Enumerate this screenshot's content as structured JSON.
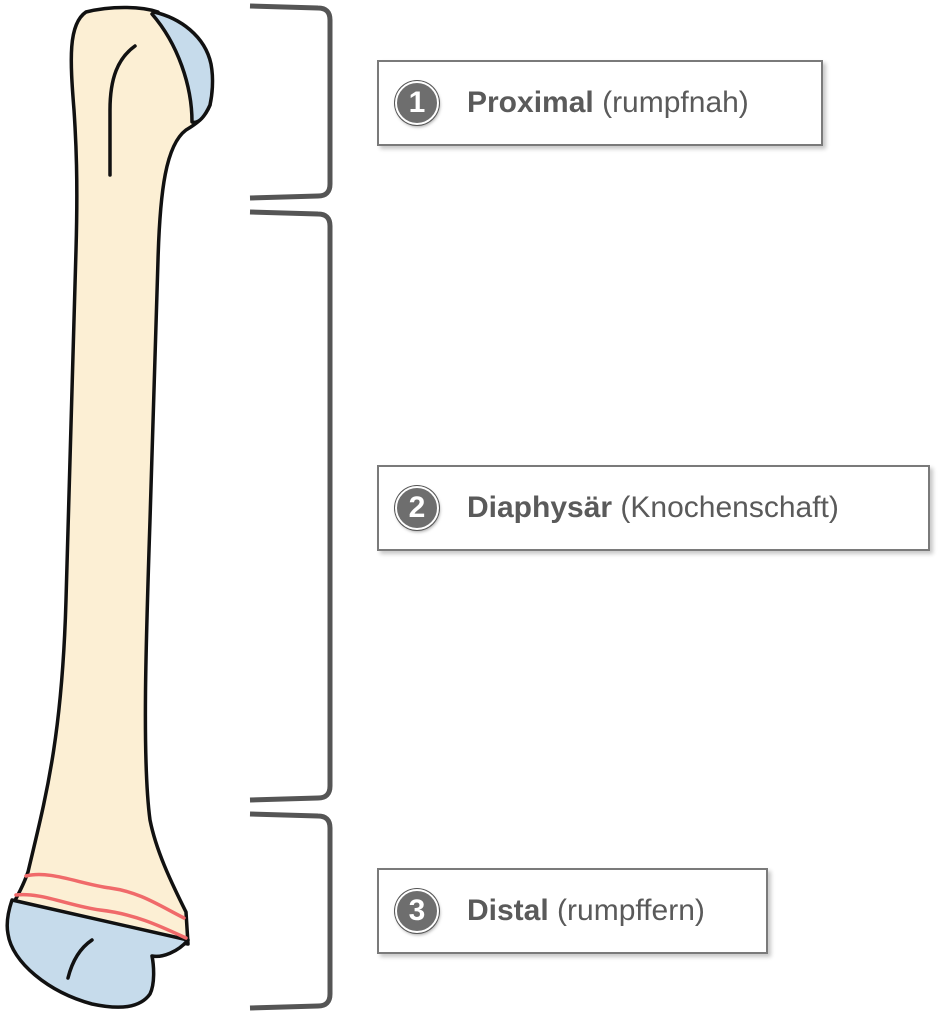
{
  "regions": [
    {
      "number": "1",
      "title": "Proximal",
      "subtitle": "(rumpfnah)"
    },
    {
      "number": "2",
      "title": "Diaphysär",
      "subtitle": "(Knochenschaft)"
    },
    {
      "number": "3",
      "title": "Distal",
      "subtitle": "(rumpffern)"
    }
  ],
  "colors": {
    "bone_fill": "#fcefd4",
    "cartilage_fill": "#c6dbeb",
    "outline": "#111111",
    "growth_plate_line": "#f06a6a",
    "bracket": "#555555",
    "box_border": "#7a7a7a",
    "badge": "#6e6e6e",
    "label_text": "#5a5a5a"
  }
}
